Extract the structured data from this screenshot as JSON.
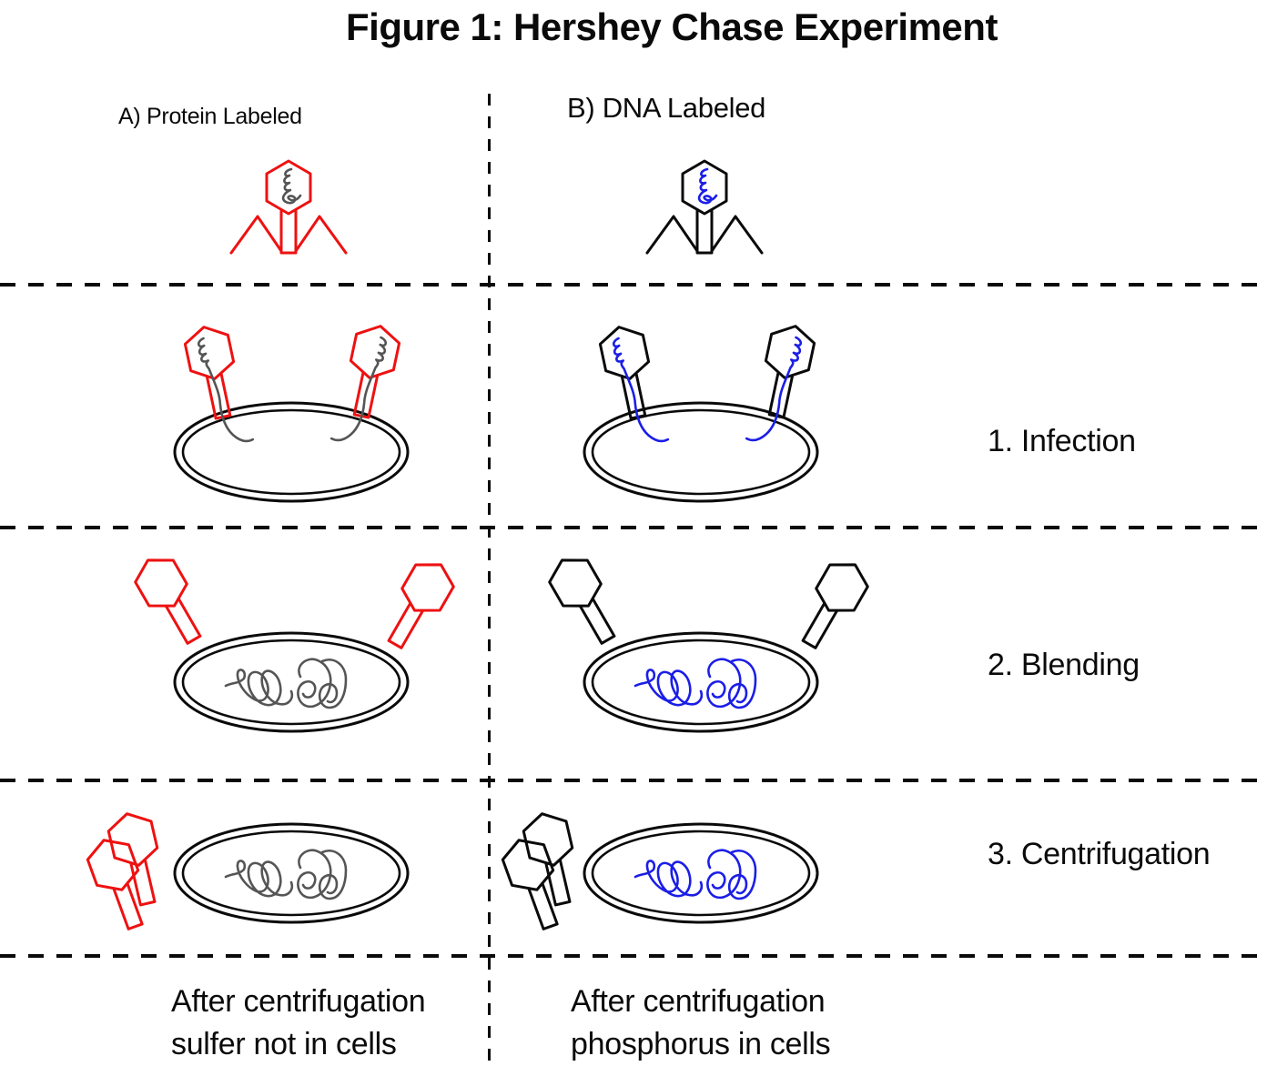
{
  "title": "Figure 1: Hershey Chase Experiment",
  "columns": {
    "a": {
      "header": "A) Protein Labeled",
      "caption": [
        "After centrifugation",
        "sulfer not in cells"
      ]
    },
    "b": {
      "header": "B) DNA Labeled",
      "caption": [
        "After centrifugation",
        "phosphorus in cells"
      ]
    }
  },
  "steps": [
    {
      "label": "1. Infection"
    },
    {
      "label": "2. Blending"
    },
    {
      "label": "3. Centrifugation"
    }
  ],
  "colors": {
    "protein_red": "#ee1111",
    "dna_blue": "#1b1ee6",
    "neutral_gray": "#555555",
    "ink_black": "#0a0a0a"
  },
  "icons": {
    "phage_full": "bacteriophage-with-legs-icon",
    "phage_bare": "bacteriophage-head-tail-icon",
    "bacterium": "bacterium-cell-icon",
    "dna_squiggle": "dna-squiggle-icon",
    "dna_tangle": "dna-tangle-icon"
  }
}
